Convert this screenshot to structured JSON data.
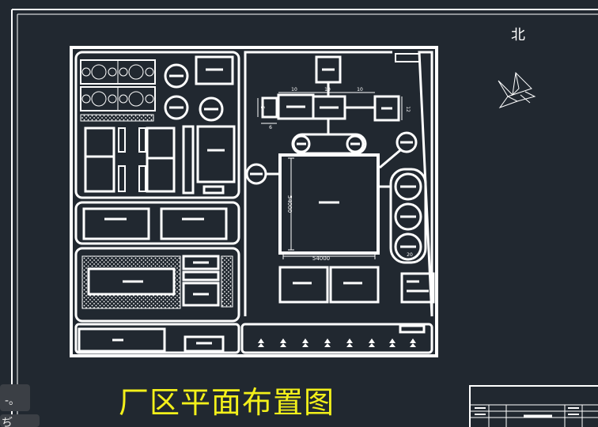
{
  "drawing": {
    "title": "厂区平面布置图",
    "north_label": "北",
    "dims": {
      "main_width": "54000",
      "main_height": "54000",
      "d10a": "10",
      "d10b": "10",
      "d10c": "10",
      "d12": "12",
      "d6": "6",
      "d5": "5",
      "d20": "20"
    }
  },
  "side_chips": [
    {
      "text": "-。"
    },
    {
      "text": "ぢ"
    }
  ],
  "colors": {
    "background": "#212830",
    "lines": "#ffffff",
    "title": "#f3f01a"
  }
}
